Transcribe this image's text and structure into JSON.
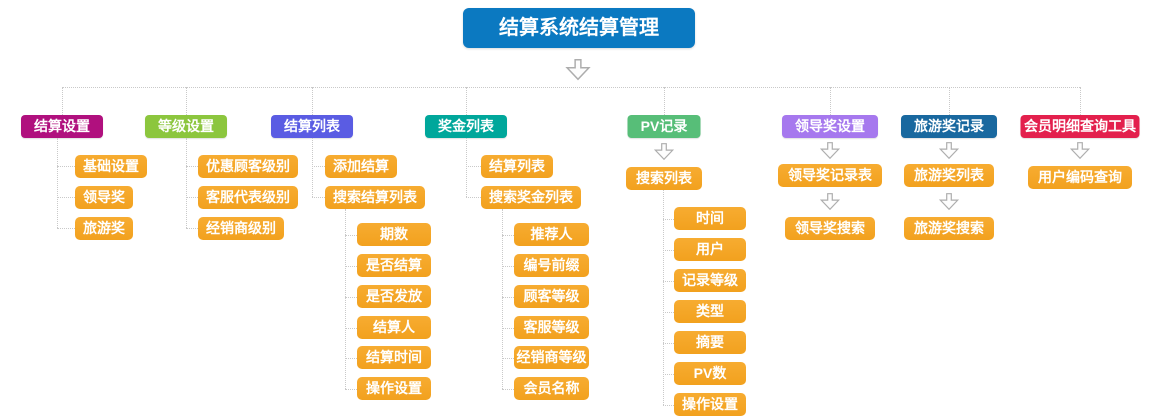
{
  "root": {
    "label": "结算系统结算管理",
    "color": "#0B79C1"
  },
  "child_node_color": "#F5A528",
  "connector_color": "#C9C9C9",
  "columns": [
    {
      "label": "结算设置",
      "color": "#B0107E",
      "children": [
        "基础设置",
        "领导奖",
        "旅游奖"
      ]
    },
    {
      "label": "等级设置",
      "color": "#8CC63E",
      "children": [
        "优惠顾客级别",
        "客服代表级别",
        "经销商级别"
      ]
    },
    {
      "label": "结算列表",
      "color": "#5A5CE3",
      "children": [
        "添加结算",
        "搜索结算列表"
      ],
      "subchildren": [
        "期数",
        "是否结算",
        "是否发放",
        "结算人",
        "结算时间",
        "操作设置"
      ]
    },
    {
      "label": "奖金列表",
      "color": "#00A79B",
      "children": [
        "结算列表",
        "搜索奖金列表"
      ],
      "subchildren": [
        "推荐人",
        "编号前缀",
        "顾客等级",
        "客服等级",
        "经销商等级",
        "会员名称"
      ]
    },
    {
      "label": "PV记录",
      "color": "#57BE78",
      "children": [
        "搜索列表"
      ],
      "subchildren": [
        "时间",
        "用户",
        "记录等级",
        "类型",
        "摘要",
        "PV数",
        "操作设置"
      ]
    },
    {
      "label": "领导奖设置",
      "color": "#A678EE",
      "children": [
        "领导奖记录表",
        "领导奖搜索"
      ]
    },
    {
      "label": "旅游奖记录",
      "color": "#19689F",
      "children": [
        "旅游奖列表",
        "旅游奖搜索"
      ]
    },
    {
      "label": "会员明细查询工具",
      "color": "#E3204D",
      "children": [
        "用户编码查询"
      ]
    }
  ]
}
